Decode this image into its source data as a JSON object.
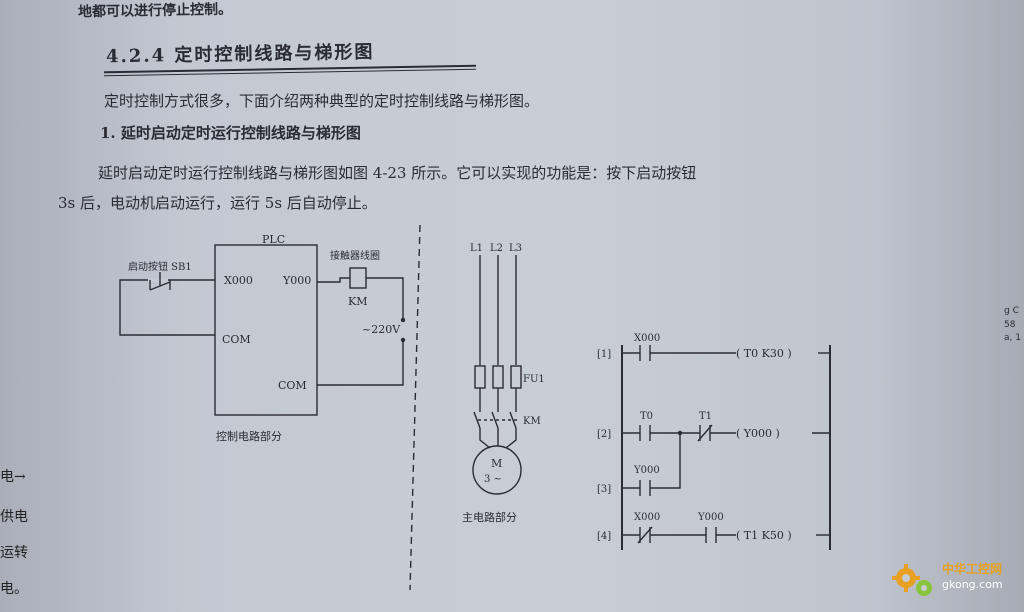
{
  "text": {
    "top_fragment": "地都可以进行停止控制。",
    "heading": "4.2.4   定时控制线路与梯形图",
    "intro": "定时控制方式很多，下面介绍两种典型的定时控制线路与梯形图。",
    "subheading": "1. 延时启动定时运行控制线路与梯形图",
    "para1": "延时启动定时运行控制线路与梯形图如图 4-23 所示。它可以实现的功能是：按下启动按钮",
    "para2": "3s 后，电动机启动运行，运行 5s 后自动停止。"
  },
  "control_circuit": {
    "plc": "PLC",
    "start_button": "启动按钮 SB1",
    "x000": "X000",
    "y000": "Y000",
    "com1": "COM",
    "com2": "COM",
    "coil": "接触器线圈",
    "km": "KM",
    "voltage": "~220V",
    "caption": "控制电路部分"
  },
  "main_circuit": {
    "l1": "L1",
    "l2": "L2",
    "l3": "L3",
    "fu1": "FU1",
    "km": "KM",
    "motor_m": "M",
    "motor_3": "3 ~",
    "caption": "主电路部分"
  },
  "ladder": {
    "rung1": {
      "index": "[1]",
      "contact": "X000",
      "output": "( T0   K30 )"
    },
    "rung2": {
      "index": "[2]",
      "contact1": "T0",
      "contact2": "T1",
      "output": "( Y000 )"
    },
    "rung3": {
      "index": "[3]",
      "contact": "Y000"
    },
    "rung4": {
      "index": "[4]",
      "contact1": "X000",
      "contact2": "Y000",
      "output": "( T1   K50 )"
    }
  },
  "watermark": {
    "brand": "中华工控网",
    "url": "gkong.com"
  },
  "edge_text": {
    "r1": "g C",
    "r2": "58",
    "r3": "a, 1",
    "l1": "电→",
    "l2": "供电",
    "l3": "运转",
    "l4": "电。"
  }
}
